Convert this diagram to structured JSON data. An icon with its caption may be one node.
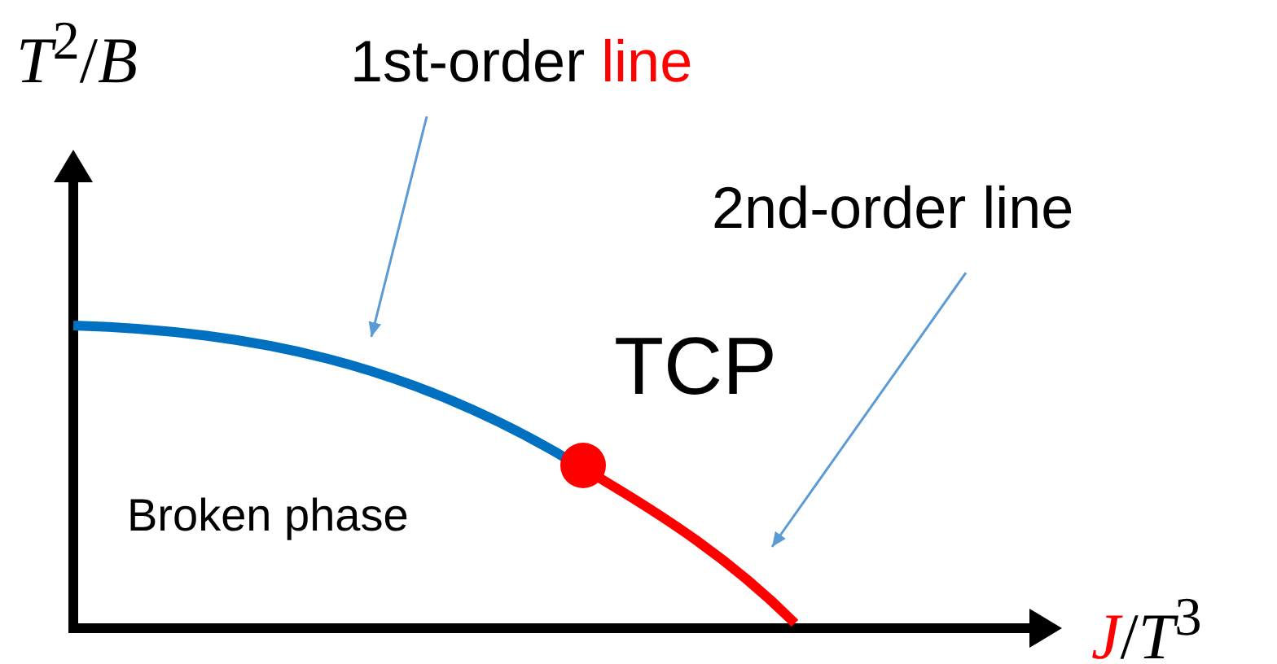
{
  "diagram": {
    "nodes": [
      {
        "text": [
          "1st-order line"
        ]
      },
      {
        "text": [
          "2nd-order line"
        ]
      },
      {
        "text": [],
        "shape": "curve"
      },
      {
        "text": [],
        "shape": "curve"
      }
    ],
    "edges": [
      {
        "from": 0,
        "to": 2,
        "arrow": "to"
      },
      {
        "from": 1,
        "to": 3,
        "arrow": "to"
      }
    ],
    "labels": [
      "*T*$^{2}$/*B*",
      "*J*/*T*$^{3}$",
      "TCP",
      "Broken phase"
    ]
  }
}
